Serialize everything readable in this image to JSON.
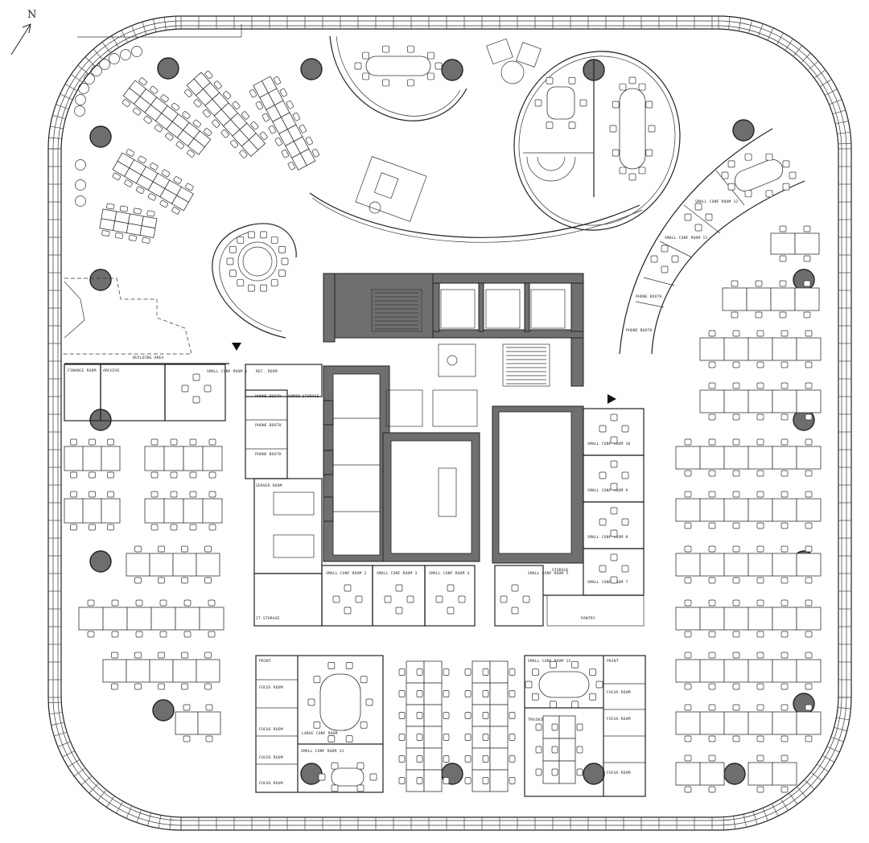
{
  "north_label": "N",
  "labels": {
    "finance_room": "FINANCE ROOM",
    "archive": "ARCHIVE",
    "small_conf_room_1": "SMALL CONF ROOM 1",
    "reception": "REC. ROOM",
    "admin_storage": "ADMIN STORAGE",
    "phone_booth_1": "PHONE BOOTH",
    "phone_booth_2": "PHONE BOOTH",
    "phone_booth_3": "PHONE BOOTH",
    "server_room": "SERVER ROOM",
    "it_storage": "IT STORAGE",
    "small_conf_room_2": "SMALL CONF ROOM 2",
    "small_conf_room_3": "SMALL CONF ROOM 3",
    "small_conf_room_4": "SMALL CONF ROOM 4",
    "small_conf_room_5": "SMALL CONF ROOM 5",
    "storage": "STORAGE",
    "small_conf_room_7": "SMALL CONF ROOM 7",
    "pantry": "PANTRY",
    "small_conf_room_8": "SMALL CONF ROOM 8",
    "small_conf_room_9": "SMALL CONF ROOM 9",
    "small_conf_room_10": "SMALL CONF ROOM 10",
    "small_conf_room_11": "SMALL CONF ROOM 11",
    "small_conf_room_12": "SMALL CONF ROOM 12",
    "phone_booth_4": "PHONE BOOTH",
    "phone_booth_5": "PHONE BOOTH",
    "print_1": "PRINT",
    "focus_room_1": "FOCUS ROOM",
    "focus_room_2": "FOCUS ROOM",
    "focus_room_3": "FOCUS ROOM",
    "focus_room_4": "FOCUS ROOM",
    "large_conf_room": "LARGE CONF ROOM",
    "small_conf_room_13": "SMALL CONF ROOM 13",
    "small_conf_room_14": "SMALL CONF ROOM 14",
    "training_room": "TRAINING ROOM",
    "print_2": "PRINT",
    "focus_room_5": "FOCUS ROOM",
    "focus_room_6": "FOCUS ROOM",
    "focus_room_7": "FOCUS ROOM",
    "building_area": "BUILDING AREA"
  },
  "colors": {
    "column_fill": "#6e6e6e",
    "core_wall": "#6f6f6f",
    "line": "#222222"
  }
}
